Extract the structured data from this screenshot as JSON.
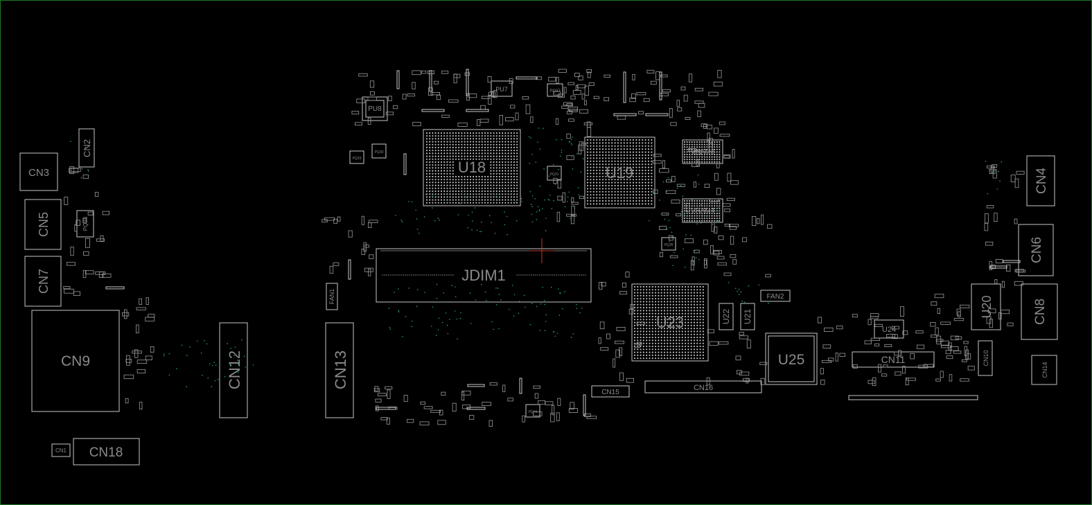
{
  "board": {
    "border_color": "#1f7a2a",
    "background": "#000000",
    "outline_color": "#c8c8c8",
    "label_color": "#8a8a8a",
    "via_color": "#2e9e8a",
    "cursor_color": "#c0392b"
  },
  "components": {
    "cn1": "CN1",
    "cn2": "CN2",
    "cn3": "CN3",
    "cn4": "CN4",
    "cn5": "CN5",
    "cn6": "CN6",
    "cn7": "CN7",
    "cn8": "CN8",
    "cn9": "CN9",
    "cn10": "CN10",
    "cn11": "CN11",
    "cn12": "CN12",
    "cn13": "CN13",
    "cn14": "CN14",
    "cn15": "CN15",
    "cn16": "CN16",
    "cn18": "CN18",
    "u18": "U18",
    "u19": "U19",
    "u20": "U20",
    "u21": "U21",
    "u22": "U22",
    "u23": "U23",
    "u24": "U24",
    "u25": "U25",
    "jdim1": "JDIM1",
    "vram3": "VRAM3",
    "vram4": "VRAM4",
    "fan1": "FAN1",
    "fan2": "FAN2",
    "pq33": "PQ33",
    "pu8": "PU8",
    "pu7": "PU7",
    "pq37": "PQ37",
    "pq30": "PQ30",
    "pq29": "PQ29",
    "pq31": "PQ31",
    "pq35": "PQ35",
    "pq46": "PQ46"
  }
}
